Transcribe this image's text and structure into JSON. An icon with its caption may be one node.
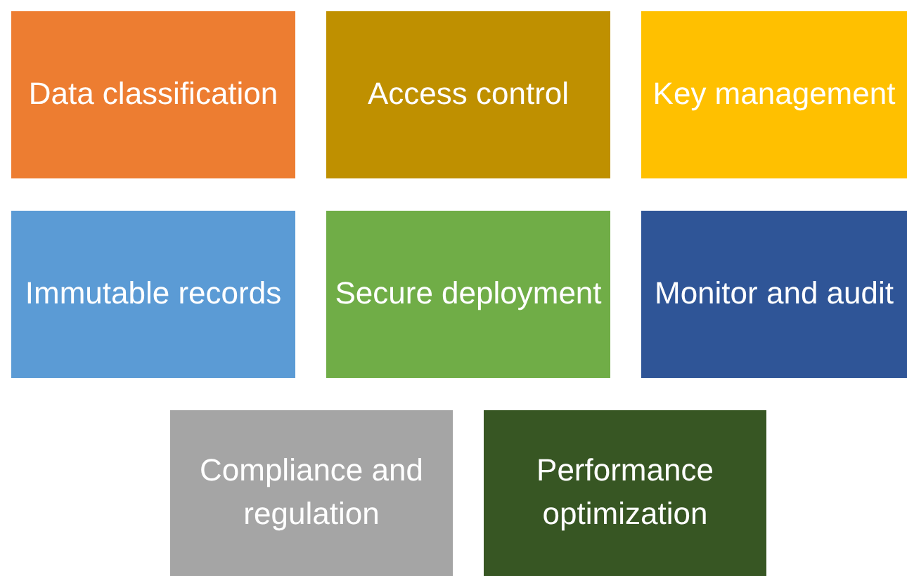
{
  "diagram": {
    "nodes": [
      {
        "text": [
          "Data classification"
        ]
      },
      {
        "text": [
          "Access control"
        ]
      },
      {
        "text": [
          "Key management"
        ]
      },
      {
        "text": [
          "Immutable records"
        ]
      },
      {
        "text": [
          "Secure deployment"
        ]
      },
      {
        "text": [
          "Monitor and audit"
        ]
      },
      {
        "text": [
          "Compliance and regulation"
        ]
      },
      {
        "text": [
          "Performance optimization"
        ]
      }
    ]
  }
}
